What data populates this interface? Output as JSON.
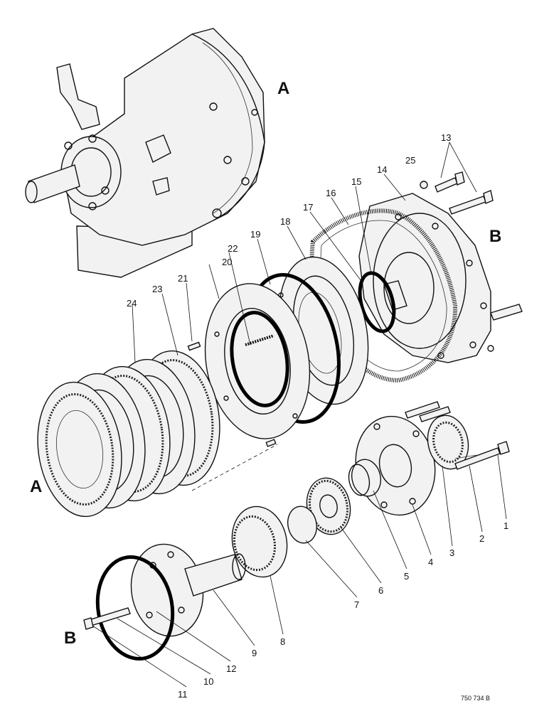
{
  "section_labels": {
    "top_A": "A",
    "right_B": "B",
    "left_A": "A",
    "bottom_B": "B"
  },
  "callouts": {
    "c1": "1",
    "c2": "2",
    "c3": "3",
    "c4": "4",
    "c5": "5",
    "c6": "6",
    "c7": "7",
    "c8": "8",
    "c9": "9",
    "c10": "10",
    "c11": "11",
    "c12": "12",
    "c13": "13",
    "c14": "14",
    "c15": "15",
    "c16": "16",
    "c17": "17",
    "c18": "18",
    "c19": "19",
    "c20": "20",
    "c21": "21",
    "c22": "22",
    "c23": "23",
    "c24": "24",
    "c25": "25"
  },
  "drawing_code": "750 734 B"
}
